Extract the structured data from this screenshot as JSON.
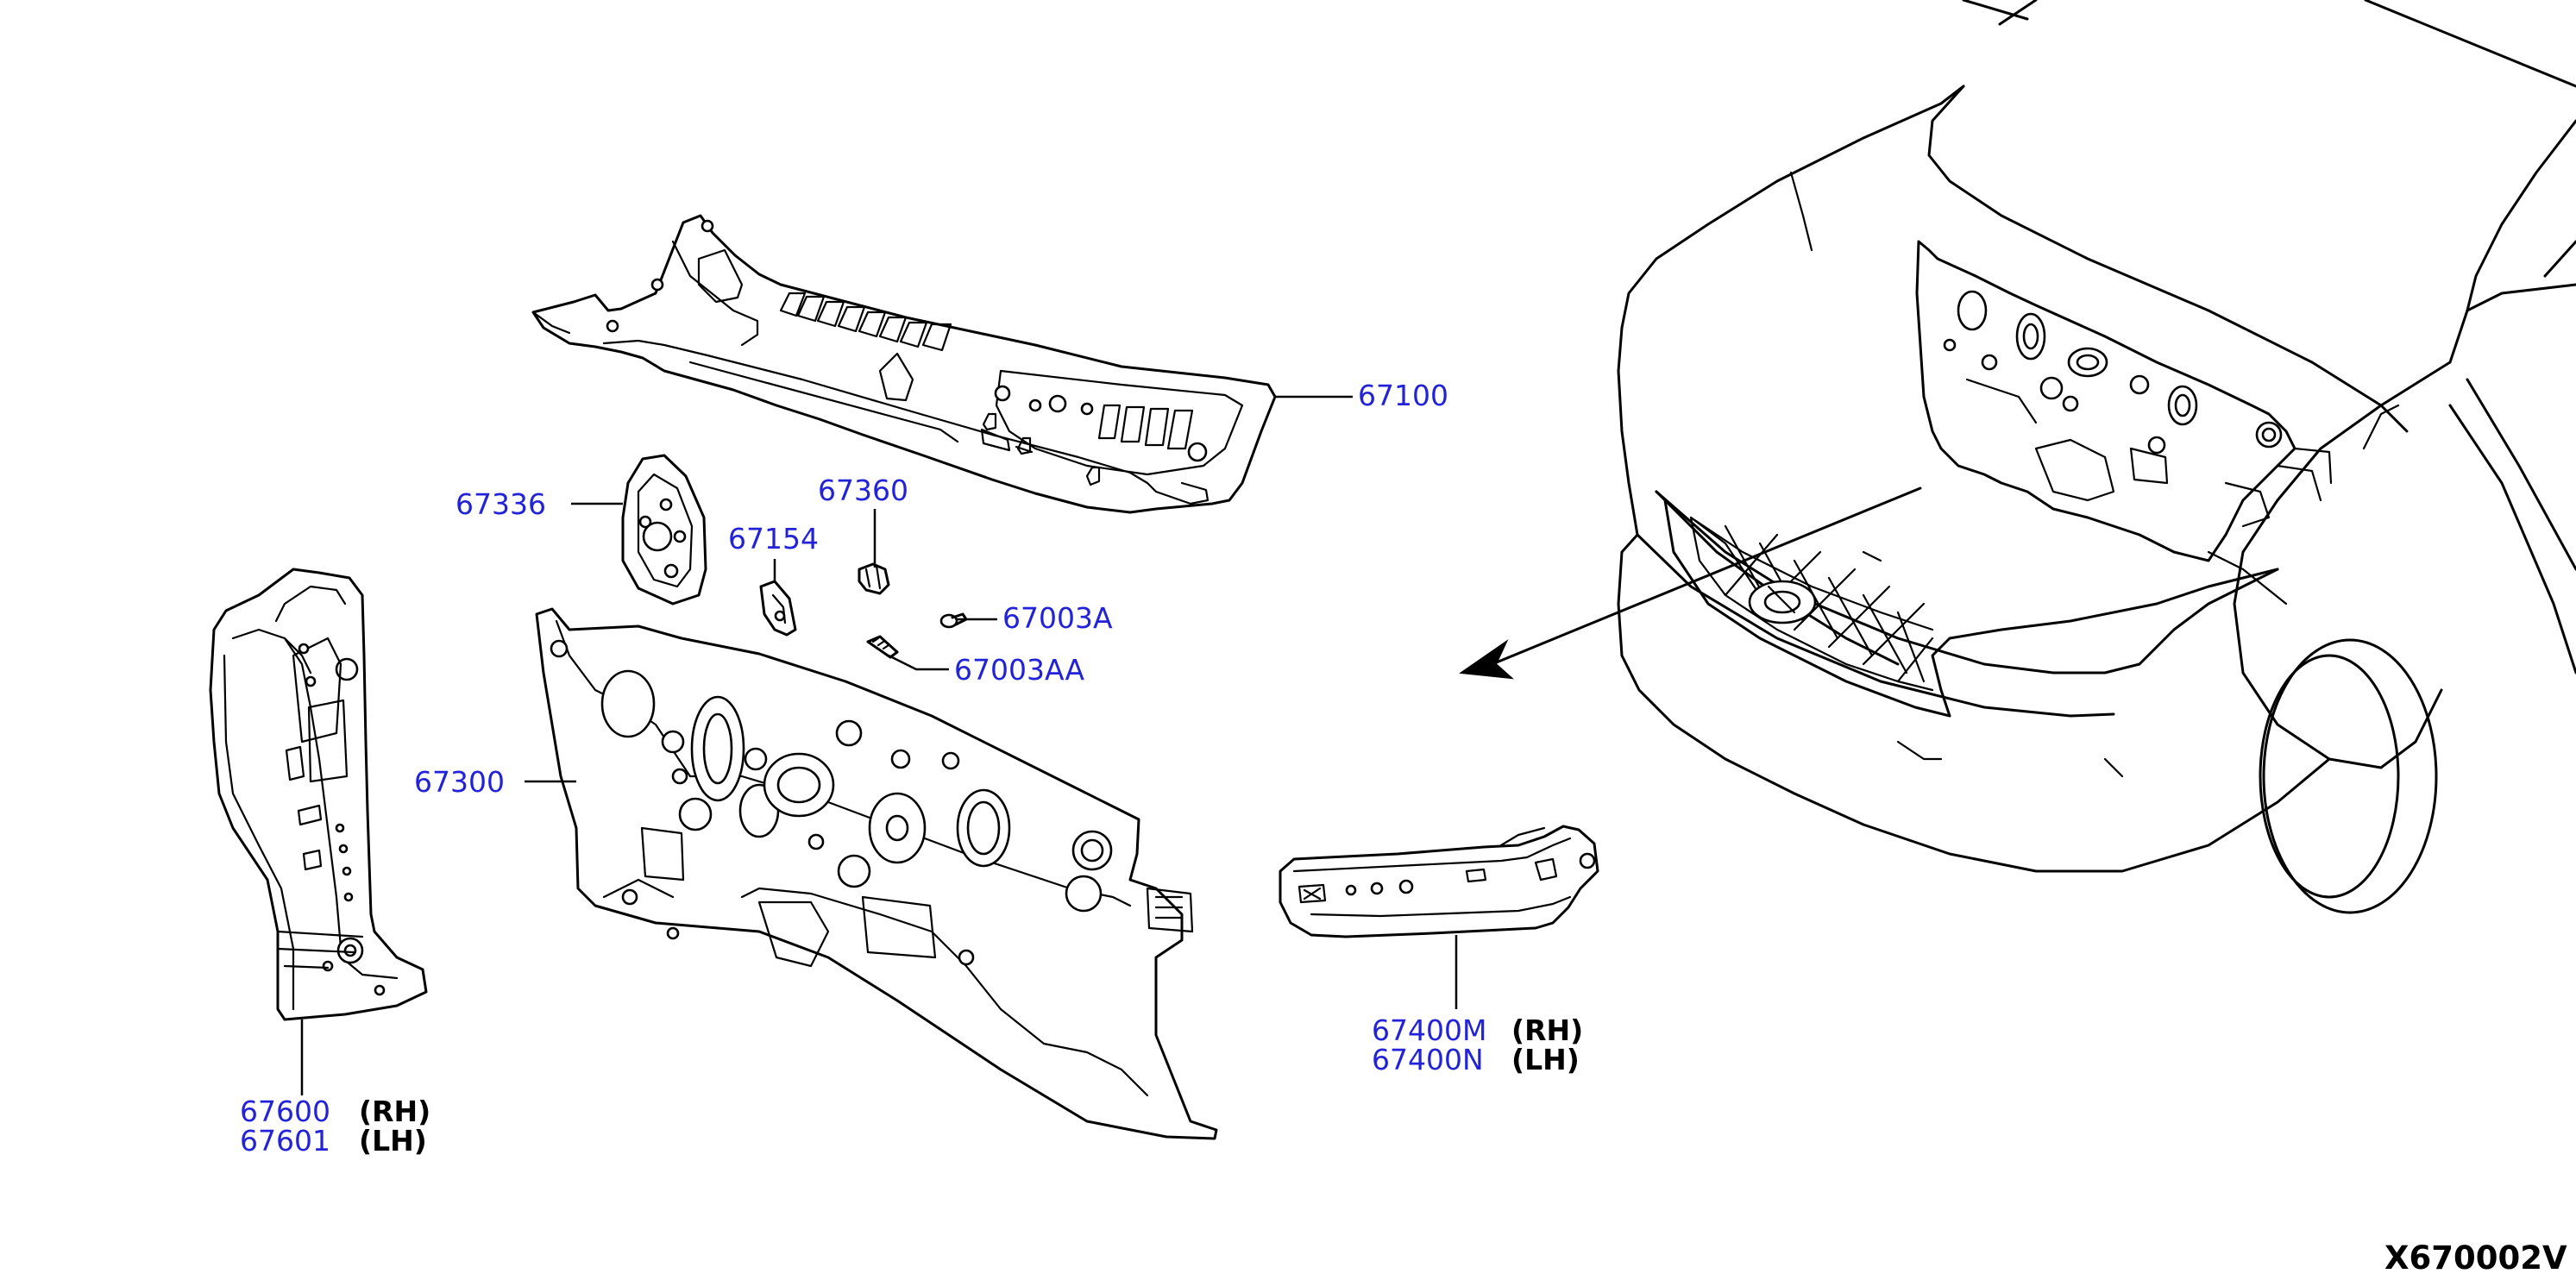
{
  "diagram": {
    "code": "X670002V",
    "colors": {
      "part_number": "#2222d8",
      "line": "#000000",
      "side_marker": "#000000"
    },
    "callouts": [
      {
        "id": "67100",
        "label": "67100",
        "side": ""
      },
      {
        "id": "67336",
        "label": "67336",
        "side": ""
      },
      {
        "id": "67360",
        "label": "67360",
        "side": ""
      },
      {
        "id": "67154",
        "label": "67154",
        "side": ""
      },
      {
        "id": "67003A",
        "label": "67003A",
        "side": ""
      },
      {
        "id": "67003AA",
        "label": "67003AA",
        "side": ""
      },
      {
        "id": "67300",
        "label": "67300",
        "side": ""
      },
      {
        "id": "67400M",
        "label": "67400M",
        "side": "(RH)"
      },
      {
        "id": "67400N",
        "label": "67400N",
        "side": "(LH)"
      },
      {
        "id": "67600",
        "label": "67600",
        "side": "(RH)"
      },
      {
        "id": "67601",
        "label": "67601",
        "side": "(LH)"
      }
    ]
  }
}
